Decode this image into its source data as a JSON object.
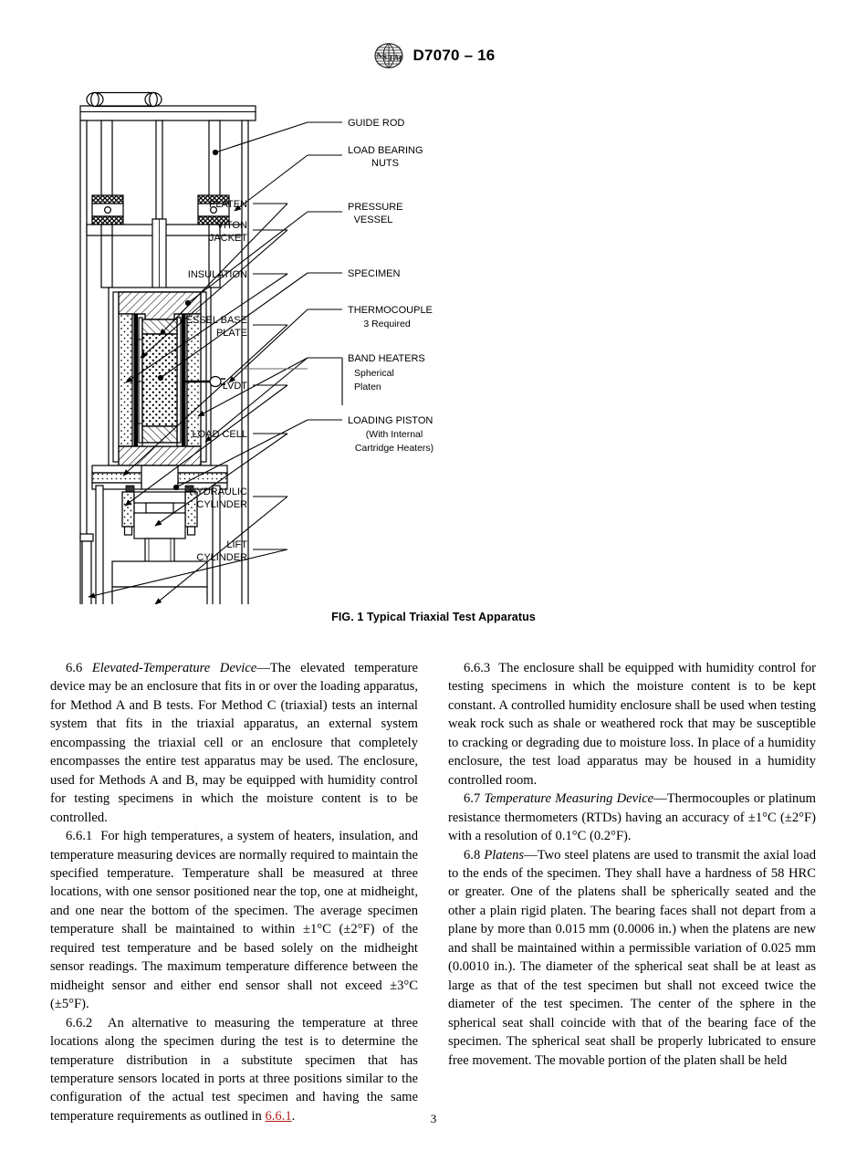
{
  "header": {
    "logo_icon": "astm-logo-icon",
    "designation": "D7070 – 16"
  },
  "figure": {
    "caption": "FIG. 1 Typical Triaxial Test Apparatus",
    "labels_left": [
      {
        "id": "platen",
        "lines": [
          "PLATEN"
        ]
      },
      {
        "id": "viton-jacket",
        "lines": [
          "VITON",
          "JACKET"
        ]
      },
      {
        "id": "insulation",
        "lines": [
          "INSULATION"
        ]
      },
      {
        "id": "vessel-base-plate",
        "lines": [
          "VESSEL BASE",
          "PLATE"
        ]
      },
      {
        "id": "lvdt",
        "lines": [
          "LVDT"
        ]
      },
      {
        "id": "load-cell",
        "lines": [
          "LOAD CELL"
        ]
      },
      {
        "id": "hydraulic-cylinder",
        "lines": [
          "HYDRAULIC",
          "CYLINDER"
        ]
      },
      {
        "id": "lift-cylinder",
        "lines": [
          "LIFT",
          "CYLINDER"
        ]
      }
    ],
    "labels_right": [
      {
        "id": "guide-rod",
        "lines": [
          "GUIDE ROD"
        ]
      },
      {
        "id": "load-bearing-nuts",
        "lines": [
          "LOAD BEARING",
          "NUTS"
        ]
      },
      {
        "id": "pressure-vessel",
        "lines": [
          "PRESSURE",
          "VESSEL"
        ]
      },
      {
        "id": "specimen",
        "lines": [
          "SPECIMEN"
        ]
      },
      {
        "id": "thermocouple",
        "lines": [
          "THERMOCOUPLE",
          "3 Required"
        ]
      },
      {
        "id": "band-heaters",
        "lines": [
          "BAND HEATERS",
          "Spherical",
          "Platen"
        ]
      },
      {
        "id": "loading-piston",
        "lines": [
          "LOADING PISTON",
          "(With Internal",
          "Cartridge Heaters)"
        ]
      }
    ],
    "label_text": {
      "platen": "PLATEN",
      "viton_1": "VITON",
      "viton_2": "JACKET",
      "insulation": "INSULATION",
      "vessel_base_1": "VESSEL BASE",
      "vessel_base_2": "PLATE",
      "lvdt": "LVDT",
      "load_cell": "LOAD CELL",
      "hydraulic_1": "HYDRAULIC",
      "hydraulic_2": "CYLINDER",
      "lift_1": "LIFT",
      "lift_2": "CYLINDER",
      "guide_rod": "GUIDE ROD",
      "load_bearing_1": "LOAD BEARING",
      "load_bearing_2": "NUTS",
      "pressure_1": "PRESSURE",
      "pressure_2": "VESSEL",
      "specimen": "SPECIMEN",
      "thermocouple_1": "THERMOCOUPLE",
      "thermocouple_2": "3 Required",
      "band_heaters": "BAND HEATERS",
      "spherical_1": "Spherical",
      "spherical_2": "Platen",
      "loading_piston_1": "LOADING PISTON",
      "loading_piston_2": "(With Internal",
      "loading_piston_3": "Cartridge Heaters)"
    }
  },
  "body": {
    "left_column": {
      "p_6_6": {
        "number": "6.6",
        "term": "Elevated-Temperature Device",
        "text": "—The elevated temperature device may be an enclosure that fits in or over the loading apparatus, for Method A and B tests. For Method C (triaxial) tests an internal system that fits in the triaxial apparatus, an external system encompassing the triaxial cell or an enclosure that completely encompasses the entire test apparatus may be used. The enclosure, used for Methods A and B, may be equipped with humidity control for testing specimens in which the moisture content is to be controlled."
      },
      "p_6_6_1": {
        "number": "6.6.1",
        "text": "For high temperatures, a system of heaters, insulation, and temperature measuring devices are normally required to maintain the specified temperature. Temperature shall be measured at three locations, with one sensor positioned near the top, one at midheight, and one near the bottom of the specimen. The average specimen temperature shall be maintained to within ±1°C (±2°F) of the required test temperature and be based solely on the midheight sensor readings. The maximum temperature difference between the midheight sensor and either end sensor shall not exceed ±3°C (±5°F)."
      },
      "p_6_6_2": {
        "number": "6.6.2",
        "text_before": "An alternative to measuring the temperature at three locations along the specimen during the test is to determine the temperature distribution in a substitute specimen that has temperature sensors located in ports at three positions similar to the configuration of the actual test specimen and having the same temperature requirements as outlined in ",
        "xref": "6.6.1",
        "text_after": "."
      }
    },
    "right_column": {
      "p_6_6_3": {
        "number": "6.6.3",
        "text": "The enclosure shall be equipped with humidity control for testing specimens in which the moisture content is to be kept constant. A controlled humidity enclosure shall be used when testing weak rock such as shale or weathered rock that may be susceptible to cracking or degrading due to moisture loss. In place of a humidity enclosure, the test load apparatus may be housed in a humidity controlled room."
      },
      "p_6_7": {
        "number": "6.7",
        "term": "Temperature Measuring Device",
        "text": "—Thermocouples or platinum resistance thermometers (RTDs) having an accuracy of ±1°C (±2°F) with a resolution of 0.1°C (0.2°F)."
      },
      "p_6_8": {
        "number": "6.8",
        "term": "Platens",
        "text": "—Two steel platens are used to transmit the axial load to the ends of the specimen. They shall have a hardness of 58 HRC or greater. One of the platens shall be spherically seated and the other a plain rigid platen. The bearing faces shall not depart from a plane by more than 0.015 mm (0.0006 in.) when the platens are new and shall be maintained within a permissible variation of 0.025 mm (0.0010 in.). The diameter of the spherical seat shall be at least as large as that of the test specimen but shall not exceed twice the diameter of the test specimen. The center of the sphere in the spherical seat shall coincide with that of the bearing face of the specimen. The spherical seat shall be properly lubricated to ensure free movement. The movable portion of the platen shall be held"
      }
    }
  },
  "footer": {
    "page_number": "3"
  },
  "colors": {
    "text": "#000000",
    "xref": "#b31b1b",
    "background": "#ffffff"
  }
}
